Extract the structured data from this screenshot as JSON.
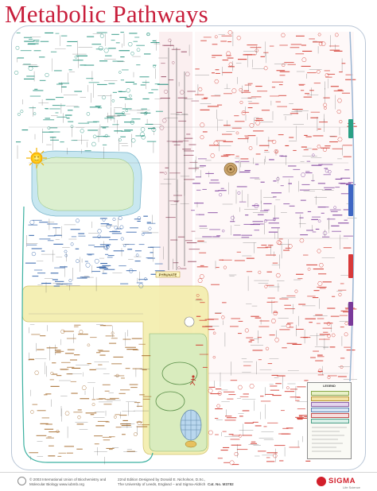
{
  "title": "Metabolic Pathways",
  "footer": {
    "copyright_line1": "© 2003 International Union of Biochemistry and",
    "copyright_line2": "Molecular Biology   www.iubmb.org",
    "credits_line1": "22nd Edition Designed by Donald E. Nicholson, D.Sc.,",
    "credits_line2": "The University of Leeds, England – and Sigma-Aldrich",
    "cat_no": "Cat. No. M3782",
    "brand_name": "SIGMA",
    "brand_tagline": "Life Science"
  },
  "pathway_labels": {
    "pyruvate": "PYRUVATE",
    "legend": "LEGEND"
  },
  "colors": {
    "title": "#c81f3c",
    "carbohydrate": "#1f8f7a",
    "amino_acid": "#d2372d",
    "lipid": "#2d5fa8",
    "nucleotide": "#7a3a9a",
    "cofactor": "#a56a2b",
    "central_yellow": "#f1eaa1",
    "mitochondrion_green": "#cfe6b0",
    "chloroplast_blue": "#bfe0ef",
    "brand": "#d21f2b"
  },
  "icons": [
    "sun-icon",
    "iubmb-logo-icon",
    "sigma-logo-icon",
    "runner-icon",
    "atp-synthase-icon"
  ]
}
